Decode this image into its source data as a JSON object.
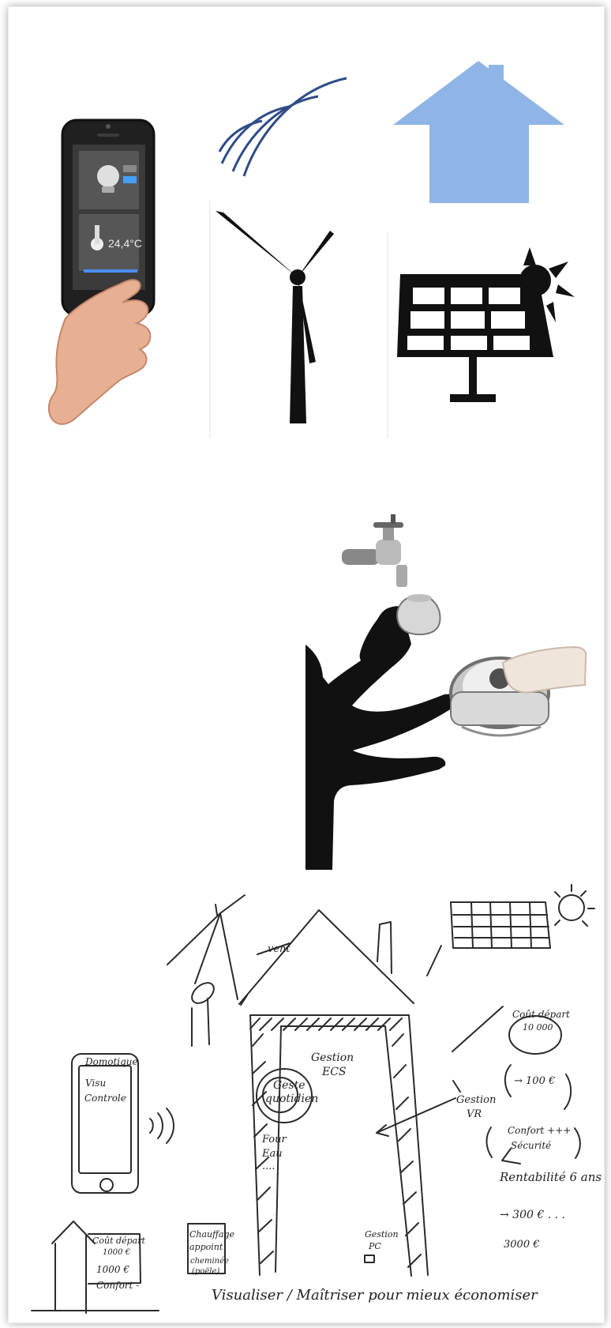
{
  "panels": {
    "top": {
      "phone_temperature": "24,4°C",
      "icons": [
        "smartphone-icon",
        "wireless-signal-icon",
        "house-icon",
        "wind-turbine-icon",
        "solar-panel-icon",
        "sun-icon"
      ],
      "colors": {
        "house": "#8fb5e6",
        "phone_body": "#1f1f1f",
        "wind_turbine": "#111111"
      }
    },
    "middle": {
      "icons": [
        "tap-icon",
        "cup-icon",
        "hands-silhouette-icon",
        "cookware-icon"
      ]
    },
    "bottom": {
      "handwritten": {
        "phone_box": {
          "title": "Domotique",
          "line_1": "Visu",
          "line_2": "Controle"
        },
        "wind": "vent",
        "ecs": {
          "line_1": "Gestion",
          "line_2": "ECS"
        },
        "geste": {
          "line_1": "Geste",
          "line_2": "quotidien"
        },
        "four_eau": {
          "line_1": "Four",
          "line_2": "Eau",
          "line_3": "...."
        },
        "chauffage": {
          "line_1": "Chauffage",
          "line_2": "appoint",
          "line_3": "cheminée",
          "line_4": "(poële)"
        },
        "gestion_pc": {
          "line_1": "Gestion",
          "line_2": "PC"
        },
        "gestion_vr": {
          "line_1": "Gestion",
          "line_2": "VR"
        },
        "cout_depart_right": {
          "line_1": "Coût départ",
          "line_2": "10 000"
        },
        "price_1": "→ 100 €",
        "confort": {
          "line_1": "Confort +++",
          "line_2": "Sécurité"
        },
        "rentabilite": "Rentabilité 6 ans",
        "price_2": "→ 300 € . . .",
        "price_3": "3000 €",
        "cout_depart_left": {
          "line_1": "Coût départ",
          "line_2": "1000 €",
          "line_3": "1000 €",
          "line_4": "Confort -"
        },
        "footer": "Visualiser / Maîtriser pour mieux économiser"
      },
      "icons": [
        "sketch-house-icon",
        "sketch-solar-panel-icon",
        "sketch-sun-icon",
        "sketch-wind-turbine-icon",
        "sketch-phone-icon",
        "sketch-signal-icon"
      ]
    }
  }
}
